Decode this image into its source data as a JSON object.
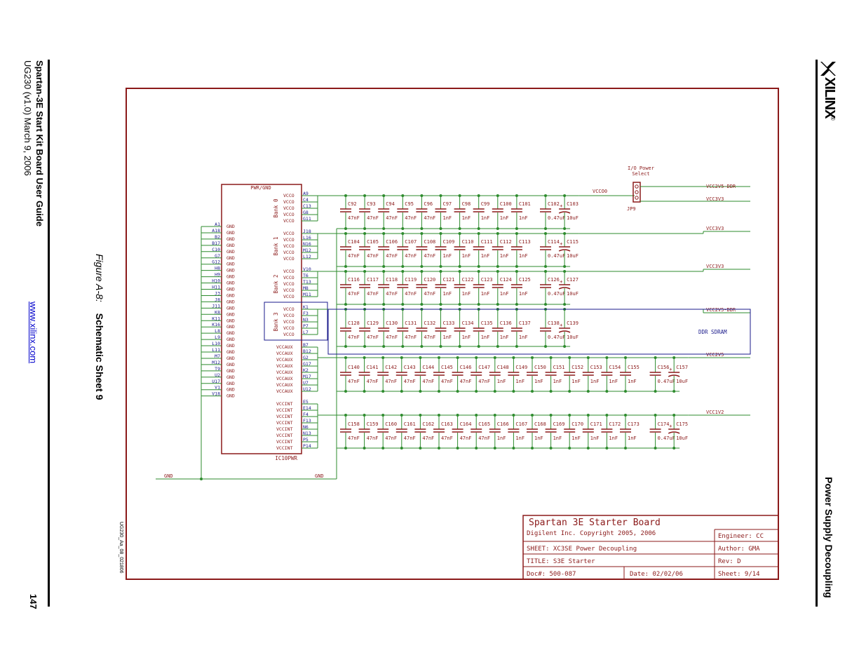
{
  "header": {
    "logo_text": "XILINX",
    "logo_reg": "®",
    "section_title": "Power Supply Decoupling"
  },
  "footer": {
    "guide_title": "Spartan-3E Start Kit Board User Guide",
    "guide_version": "UG230 (v1.0) March 9, 2006",
    "website": "www.xilinx.com",
    "page_number": "147"
  },
  "figure": {
    "label": "Figure A-8:",
    "title": "Schematic Sheet 9",
    "file_code": "UG230_Aa_08_021806"
  },
  "schematic": {
    "colors": {
      "frame": "#8b1a1a",
      "wire": "#2e8b2e",
      "text": "#8b1a1a",
      "blue": "#1a1a8b"
    },
    "ic": {
      "name": "PWR/GND",
      "ref": "IC10PWR",
      "left_pins": [
        "A1",
        "A18",
        "B2",
        "B17",
        "C10",
        "G7",
        "G12",
        "H8",
        "H9",
        "H10",
        "H11",
        "J3",
        "J8",
        "J11",
        "K8",
        "K11",
        "K16",
        "L8",
        "L9",
        "L10",
        "L11",
        "M7",
        "M12",
        "T9",
        "U2",
        "U17",
        "V1",
        "V18"
      ],
      "left_label": "GND",
      "banks": [
        {
          "name": "Bank 0",
          "pins": [
            "A9",
            "C4",
            "C13",
            "G8",
            "G11"
          ],
          "label": "VCCO"
        },
        {
          "name": "Bank 1",
          "pins": [
            "J18",
            "L16",
            "N16",
            "M12",
            "L12"
          ],
          "label": "VCCO"
        },
        {
          "name": "Bank 2",
          "pins": [
            "V10",
            "T6",
            "T13",
            "M8",
            "M11"
          ],
          "label": "VCCO"
        },
        {
          "name": "Bank 3",
          "pins": [
            "K1",
            "F3",
            "N3",
            "P7",
            "L7"
          ],
          "label": "VCCO"
        }
      ],
      "aux_pins": [
        "B7",
        "B12",
        "G2",
        "G17",
        "K2",
        "M17",
        "U7",
        "U12"
      ],
      "aux_label": "VCCAUX",
      "int_pins": [
        "E5",
        "E14",
        "F4",
        "F13",
        "N6",
        "N13",
        "P5",
        "P14"
      ],
      "int_label": "VCCINT"
    },
    "rows": [
      {
        "caps": [
          "C92",
          "C93",
          "C94",
          "C95",
          "C96",
          "C97",
          "C98",
          "C99",
          "C100",
          "C101",
          "C102",
          "C103"
        ],
        "values": [
          "47nF",
          "47nF",
          "47nF",
          "47nF",
          "47nF",
          "1nF",
          "1nF",
          "1nF",
          "1nF",
          "1nF",
          "0.47uF",
          "10uF"
        ],
        "rail": "VCCO0",
        "net": "VCC2V5-DDR"
      },
      {
        "caps": [
          "C104",
          "C105",
          "C106",
          "C107",
          "C108",
          "C109",
          "C110",
          "C111",
          "C112",
          "C113",
          "C114",
          "C115"
        ],
        "values": [
          "47nF",
          "47nF",
          "47nF",
          "47nF",
          "47nF",
          "1nF",
          "1nF",
          "1nF",
          "1nF",
          "1nF",
          "0.47uF",
          "10uF"
        ],
        "rail": "",
        "net": "VCC3V3"
      },
      {
        "caps": [
          "C116",
          "C117",
          "C118",
          "C119",
          "C120",
          "C121",
          "C122",
          "C123",
          "C124",
          "C125",
          "C126",
          "C127"
        ],
        "values": [
          "47nF",
          "47nF",
          "47nF",
          "47nF",
          "47nF",
          "1nF",
          "1nF",
          "1nF",
          "1nF",
          "1nF",
          "0.47uF",
          "10uF"
        ],
        "rail": "",
        "net": "VCC3V3"
      },
      {
        "caps": [
          "C128",
          "C129",
          "C130",
          "C131",
          "C132",
          "C133",
          "C134",
          "C135",
          "C136",
          "C137",
          "C138",
          "C139"
        ],
        "values": [
          "47nF",
          "47nF",
          "47nF",
          "47nF",
          "47nF",
          "1nF",
          "1nF",
          "1nF",
          "1nF",
          "1nF",
          "0.47uF",
          "10uF"
        ],
        "rail": "",
        "net": "VCC2V5-DDR"
      },
      {
        "caps": [
          "C140",
          "C141",
          "C142",
          "C143",
          "C144",
          "C145",
          "C146",
          "C147",
          "C148",
          "C149",
          "C150",
          "C151",
          "C152",
          "C153",
          "C154",
          "C155",
          "C156",
          "C157"
        ],
        "values": [
          "47nF",
          "47nF",
          "47nF",
          "47nF",
          "47nF",
          "47nF",
          "47nF",
          "47nF",
          "1nF",
          "1nF",
          "1nF",
          "1nF",
          "1nF",
          "1nF",
          "1nF",
          "1nF",
          "0.47uF",
          "10uF"
        ],
        "rail": "",
        "net": "VCC2V5"
      },
      {
        "caps": [
          "C158",
          "C159",
          "C160",
          "C161",
          "C162",
          "C163",
          "C164",
          "C165",
          "C166",
          "C167",
          "C168",
          "C169",
          "C170",
          "C171",
          "C172",
          "C173",
          "C174",
          "C175"
        ],
        "values": [
          "47nF",
          "47nF",
          "47nF",
          "47nF",
          "47nF",
          "47nF",
          "47nF",
          "47nF",
          "1nF",
          "1nF",
          "1nF",
          "1nF",
          "1nF",
          "1nF",
          "1nF",
          "1nF",
          "0.47uF",
          "10uF"
        ],
        "rail": "",
        "net": "VCC1V2"
      }
    ],
    "jumper": {
      "title_line1": "I/O Power",
      "title_line2": "Select",
      "ref": "JP9",
      "net_top": "VCC2V5-DDR",
      "net_bottom": "VCC3V3"
    },
    "ddr_label": "DDR SDRAM",
    "gnd_left": "GND",
    "gnd_right": "GND",
    "title_block": {
      "project": "Spartan 3E Starter Board",
      "company": "Digilent Inc.  Copyright 2005, 2006",
      "sheet_desc": "SHEET: XC3SE Power Decoupling",
      "title": "TITLE: S3E Starter",
      "doc": "Doc#:  500-087",
      "date": "Date:  02/02/06",
      "engineer": "Engineer: CC",
      "author": "Author: GMA",
      "rev": "Rev: D",
      "sheet": "Sheet: 9/14"
    }
  }
}
